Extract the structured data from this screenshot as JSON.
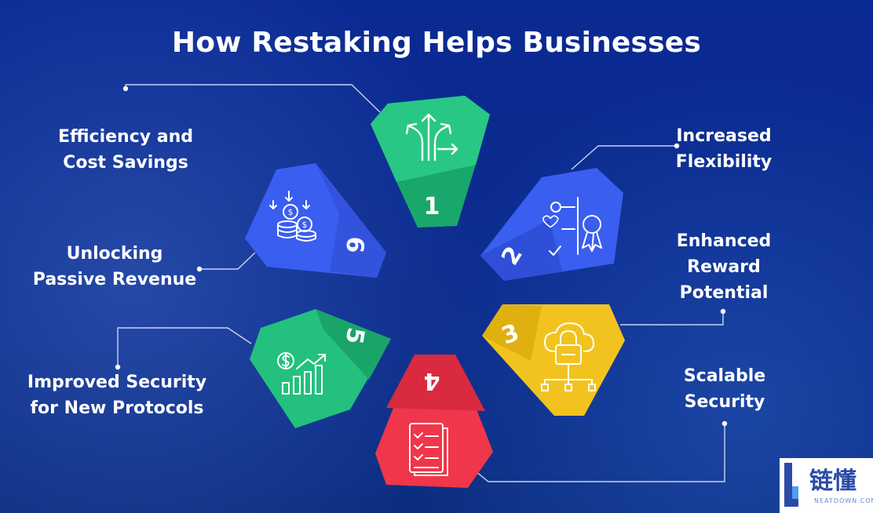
{
  "title": "How Restaking Helps Businesses",
  "items": [
    {
      "number": "1",
      "label_line1": "Efficiency and",
      "label_line2": "Cost Savings",
      "color": "#24c07e",
      "icon": "split-arrows-icon"
    },
    {
      "number": "2",
      "label_line1": "Increased",
      "label_line2": "Flexibility",
      "color": "#3a5ef0",
      "icon": "settings-award-icon"
    },
    {
      "number": "3",
      "label_line1": "Enhanced",
      "label_line2": "Reward",
      "label_line3": "Potential",
      "color": "#f2c31f",
      "icon": "cloud-lock-network-icon"
    },
    {
      "number": "4",
      "label_line1": "Scalable",
      "label_line2": "Security",
      "color": "#f0364a",
      "icon": "checklist-icon"
    },
    {
      "number": "5",
      "label_line1": "Improved Security",
      "label_line2": "for New Protocols",
      "color": "#24c07e",
      "icon": "growth-chart-icon"
    },
    {
      "number": "6",
      "label_line1": "Unlocking",
      "label_line2": "Passive Revenue",
      "color": "#3a5ef0",
      "icon": "coins-stack-icon"
    }
  ],
  "logo": {
    "text": "链懂",
    "subtext": "NEATDOWN.COM"
  }
}
